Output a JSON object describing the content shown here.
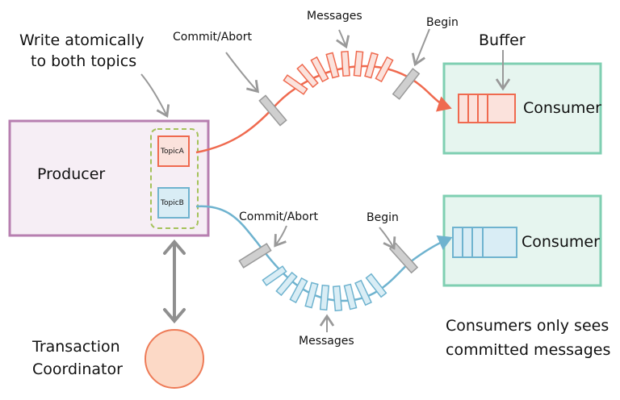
{
  "annotations": {
    "write_atomically": [
      "Write atomically",
      "to both topics"
    ],
    "buffer": "Buffer",
    "consumers_note": [
      "Consumers only sees",
      "committed messages"
    ]
  },
  "producer": {
    "label": "Producer"
  },
  "topics": {
    "a": "TopicA",
    "b": "TopicB"
  },
  "top_stream": {
    "messages": "Messages",
    "commit": "Commit/Abort",
    "begin": "Begin",
    "consumer": "Consumer"
  },
  "bottom_stream": {
    "messages": "Messages",
    "commit": "Commit/Abort",
    "begin": "Begin",
    "consumer": "Consumer"
  },
  "coordinator": [
    "Transaction",
    "Coordinator"
  ],
  "colors": {
    "red": "#ef6a4f",
    "red_fill": "#fbe2dc",
    "blue": "#6fb3cf",
    "blue_fill": "#d9edf5",
    "green_border": "#7fcfb2",
    "green_fill": "#e6f5ef",
    "purple_border": "#b77fb0",
    "purple_fill": "#f6eef5",
    "dash_green": "#a5c25a",
    "gray": "#999999",
    "coord_fill": "#fcd9c6",
    "coord_stroke": "#ee7b57"
  }
}
